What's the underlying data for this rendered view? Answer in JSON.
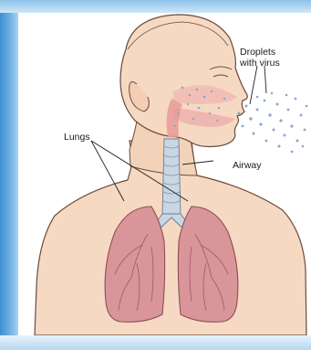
{
  "illustration": {
    "labels": {
      "droplets_line1": "Droplets",
      "droplets_line2": "with virus",
      "lungs": "Lungs",
      "airway": "Airway"
    }
  },
  "colors": {
    "frame_blue": "#4f9ad8",
    "skin": "#f6d9c3",
    "skin_outline": "#6b4b3c",
    "lung_fill": "#d9959a",
    "airway_fill": "#c9d6e3",
    "droplet": "#8ea6cf"
  }
}
